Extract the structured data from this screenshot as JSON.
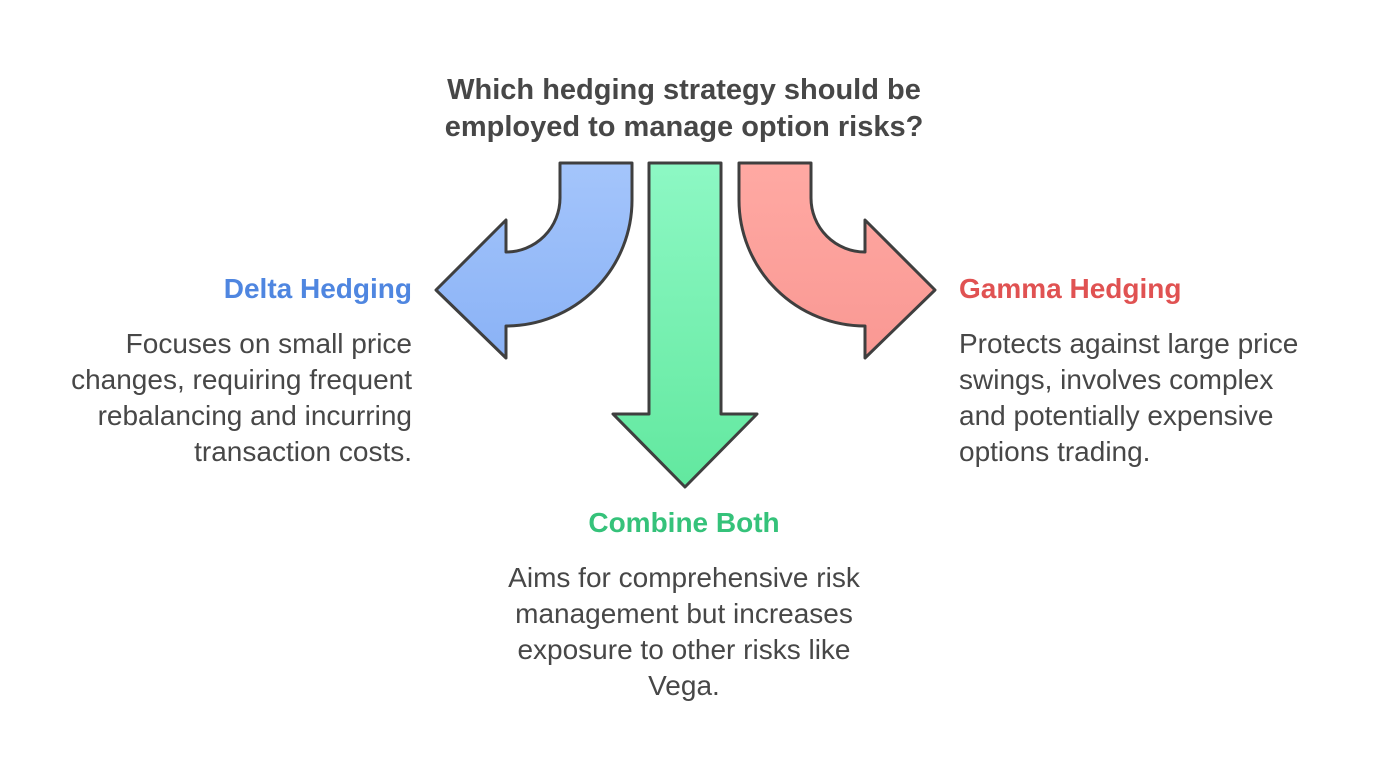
{
  "question": {
    "line1": "Which hedging strategy should be",
    "line2": "employed to manage option risks?"
  },
  "options": {
    "delta": {
      "title": "Delta Hedging",
      "lines": [
        "Focuses on small price",
        "changes, requiring frequent",
        "rebalancing and incurring",
        "transaction costs."
      ],
      "color": "#4f86e0",
      "arrow_fill_top": "#a4c5fb",
      "arrow_fill_bottom": "#8ab2f6"
    },
    "combine": {
      "title": "Combine Both",
      "lines": [
        "Aims for comprehensive risk",
        "management but increases",
        "exposure to other risks like",
        "Vega."
      ],
      "color": "#35c27a",
      "arrow_fill_top": "#8df8c4",
      "arrow_fill_bottom": "#62e89f"
    },
    "gamma": {
      "title": "Gamma Hedging",
      "lines": [
        "Protects against large price",
        "swings, involves complex",
        "and potentially expensive",
        "options trading."
      ],
      "color": "#e05252",
      "arrow_fill_top": "#ffa9a3",
      "arrow_fill_bottom": "#f99893"
    }
  },
  "stroke_color": "#3f3f3f"
}
